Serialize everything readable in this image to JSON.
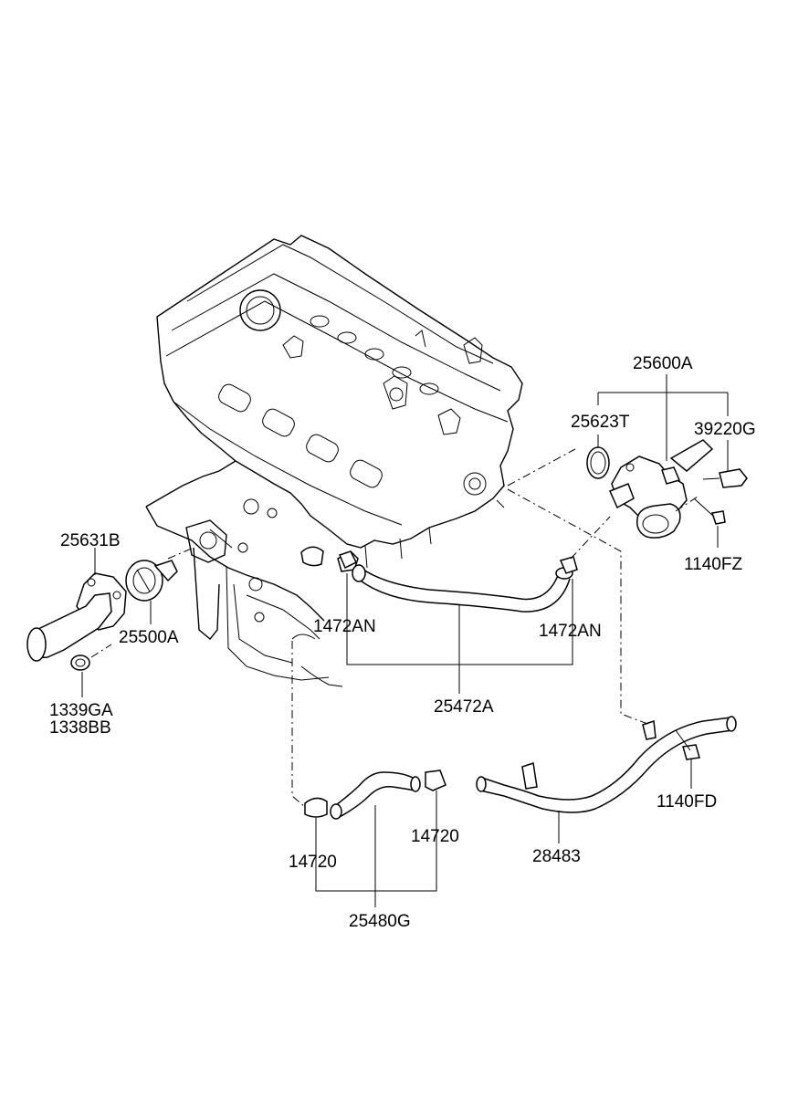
{
  "labels": {
    "p25600A": "25600A",
    "p25623T": "25623T",
    "p39220G": "39220G",
    "p1140FZ": "1140FZ",
    "p25631B": "25631B",
    "p25500A": "25500A",
    "p1339GA": "1339GA",
    "p1338BB": "1338BB",
    "p1472AN_left": "1472AN",
    "p1472AN_right": "1472AN",
    "p25472A": "25472A",
    "p1140FD": "1140FD",
    "p28483": "28483",
    "p14720_left": "14720",
    "p14720_right": "14720",
    "p25480G": "25480G"
  },
  "colors": {
    "line": "#000000",
    "background": "#ffffff"
  }
}
